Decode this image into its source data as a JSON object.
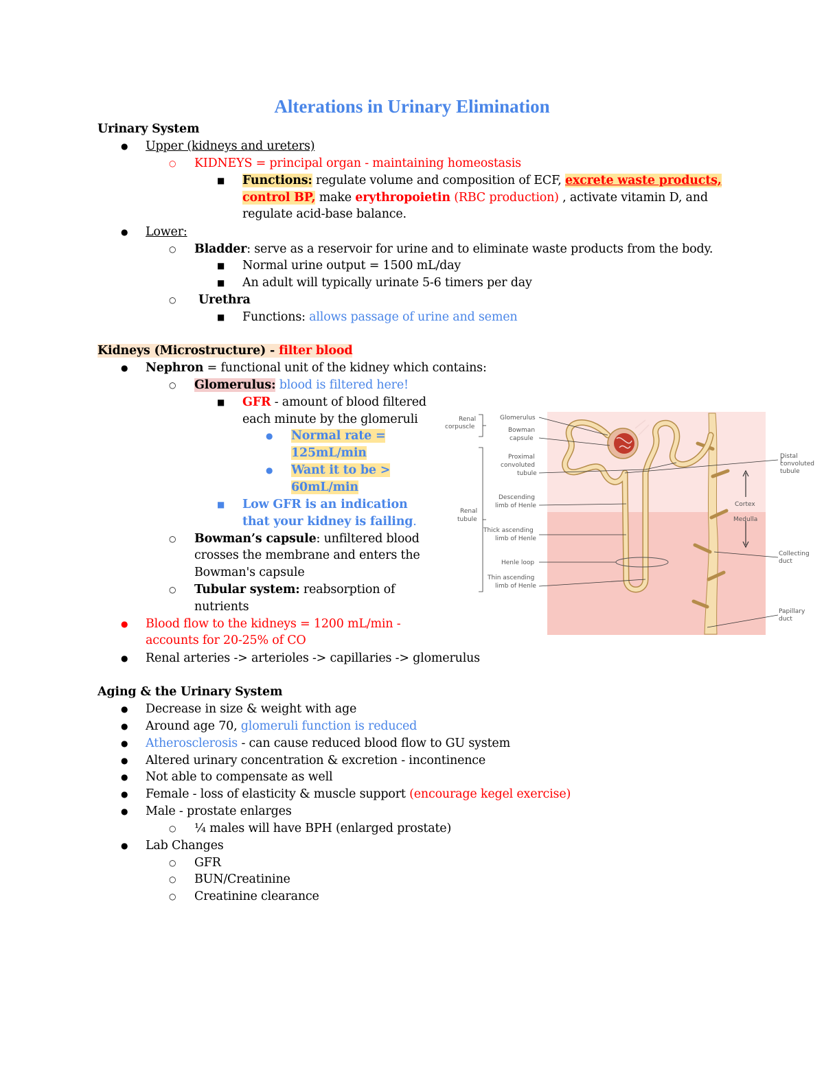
{
  "title": "Alterations in Urinary Elimination",
  "s1": {
    "heading": "Urinary System",
    "upper": "Upper (kidneys and ureters)",
    "kidneys": "KIDNEYS = principal organ - maintaining homeostasis",
    "functions_label": "Functions:",
    "functions_t1": " regulate volume and composition of ECF, ",
    "functions_excrete": "excrete waste products,",
    "functions_bp": "control BP,",
    "functions_t2": " make ",
    "functions_epo": "erythropoietin",
    "functions_rbc": " (RBC production)",
    "functions_t3": " , activate vitamin D, and",
    "functions_t4": "regulate acid-base balance.",
    "lower": "Lower:",
    "bladder_label": "Bladder",
    "bladder_text": ": serve as a reservoir for urine and to eliminate waste products from the body.",
    "urine_output": "Normal urine output = 1500 mL/day",
    "urinate": "An adult will typically urinate 5-6 timers per day",
    "urethra": "Urethra",
    "urethra_fn_label": "Functions: ",
    "urethra_fn_text": "allows passage of urine and semen"
  },
  "s2": {
    "heading": "Kidneys (Microstructure) - ",
    "heading_red": "filter blood",
    "nephron_label": "Nephron",
    "nephron_text": " = functional unit of the kidney which contains:",
    "glom_label": "Glomerulus:",
    "glom_text": " blood is filtered here!",
    "gfr_label": "GFR",
    "gfr_t1": " - amount of blood filtered",
    "gfr_t2": "each minute by the glomeruli",
    "normal_1": "Normal rate =",
    "normal_2": "125mL/min",
    "want_1": "Want it to be >",
    "want_2": "60mL/min",
    "low_1": "Low GFR is an indication",
    "low_2": "that your kidney is failing",
    "low_dot": ".",
    "bowman_label": "Bowman’s capsule",
    "bowman_t1": ": unfiltered blood",
    "bowman_t2": "crosses the membrane and enters the",
    "bowman_t3": "Bowman's capsule",
    "tubular_label": "Tubular system:",
    "tubular_t1": " reabsorption of",
    "tubular_t2": "nutrients",
    "bloodflow_1": "Blood flow to the kidneys = 1200 mL/min -",
    "bloodflow_2": "accounts for 20-25% of CO",
    "renal": "Renal arteries -> arterioles -> capillaries -> glomerulus"
  },
  "diagram": {
    "labels": {
      "renal_corpuscle_1": "Renal",
      "renal_corpuscle_2": "corpuscle",
      "glomerulus": "Glomerulus",
      "bowman_1": "Bowman",
      "bowman_2": "capsule",
      "pct_1": "Proximal",
      "pct_2": "convoluted",
      "pct_3": "tubule",
      "desc_1": "Descending",
      "desc_2": "limb of Henle",
      "renal_tubule_1": "Renal",
      "renal_tubule_2": "tubule",
      "thick_1": "Thick ascending",
      "thick_2": "limb of Henle",
      "loop": "Henle loop",
      "thin_1": "Thin ascending",
      "thin_2": "limb of Henle",
      "dct_1": "Distal",
      "dct_2": "convoluted",
      "dct_3": "tubule",
      "cortex": "Cortex",
      "medulla": "Medulla",
      "collecting_1": "Collecting",
      "collecting_2": "duct",
      "papillary_1": "Papillary",
      "papillary_2": "duct"
    },
    "colors": {
      "cortex": "#fce4e2",
      "medulla": "#f8c8c2",
      "tubule": "#f6dfb0",
      "glomerulus": "#c0392b"
    }
  },
  "s3": {
    "heading": "Aging & the Urinary System",
    "i1": "Decrease in size & weight with age",
    "i2_a": "Around age 70, ",
    "i2_b": "glomeruli function is reduced",
    "i3_a": "Atherosclerosis",
    "i3_b": " - can cause reduced blood flow to GU system",
    "i4": "Altered urinary concentration & excretion - incontinence",
    "i5": "Not able to compensate as well",
    "i6_a": "Female - loss of elasticity & muscle support ",
    "i6_b": "(encourage kegel exercise)",
    "i7": "Male - prostate enlarges",
    "i7_sub": "¼ males will have BPH (enlarged prostate)",
    "i8": "Lab Changes",
    "lab1": "GFR",
    "lab2": "BUN/Creatinine",
    "lab3": "Creatinine clearance"
  },
  "bullets": {
    "disc": "●",
    "circle": "○",
    "square": "■"
  }
}
